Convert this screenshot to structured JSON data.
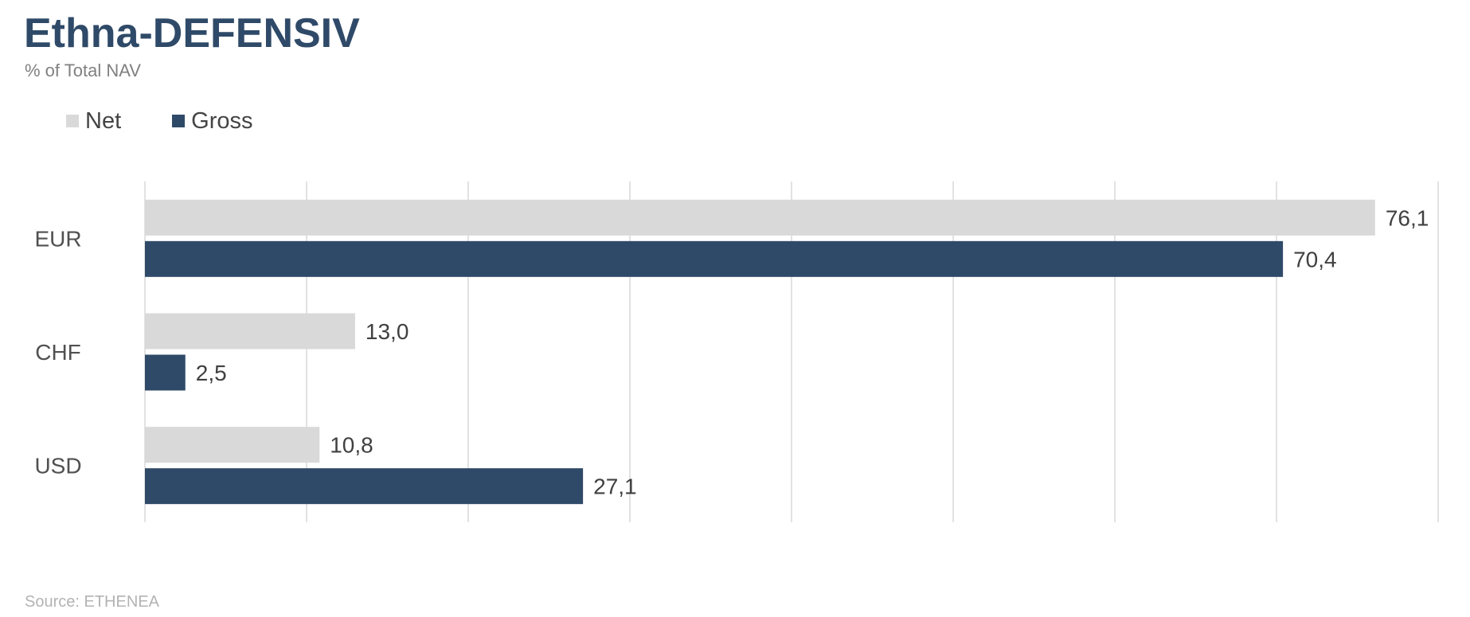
{
  "title": "Ethna-DEFENSIV",
  "subtitle": "% of Total NAV",
  "source": "Source: ETHENEA",
  "colors": {
    "net": "#d9d9d9",
    "gross": "#2f4a68",
    "grid": "#d9d9d9",
    "text": "#404040"
  },
  "chart_data": {
    "type": "bar",
    "orientation": "horizontal",
    "categories": [
      "EUR",
      "CHF",
      "USD"
    ],
    "series": [
      {
        "name": "Net",
        "values": [
          76.1,
          13.0,
          10.8
        ],
        "labels": [
          "76,1",
          "13,0",
          "10,8"
        ]
      },
      {
        "name": "Gross",
        "values": [
          70.4,
          2.5,
          27.1
        ],
        "labels": [
          "70,4",
          "2,5",
          "27,1"
        ]
      }
    ],
    "xlim": [
      0,
      80
    ],
    "grid_step": 10,
    "grid": true,
    "legend": "top-left"
  }
}
